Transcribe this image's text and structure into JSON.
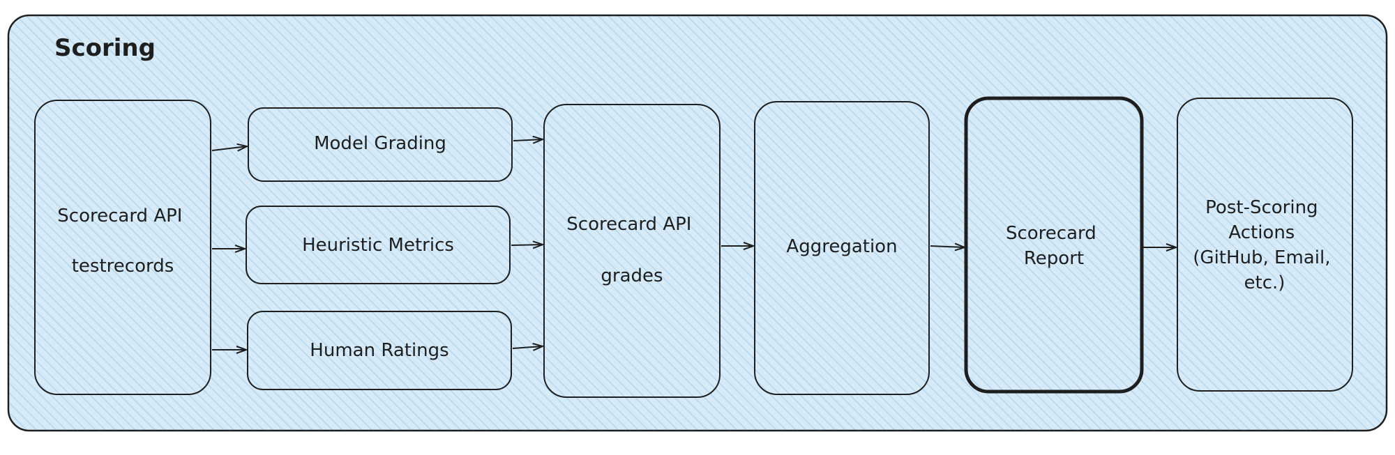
{
  "diagram": {
    "title": "Scoring",
    "colors": {
      "background": "#ffffff",
      "fill": "#d6eaf8",
      "hatch": "#a9d1ee",
      "stroke": "#1e1e1e"
    },
    "nodes": {
      "testrecords": {
        "lines": [
          "Scorecard API",
          "testrecords"
        ]
      },
      "model_grading": {
        "lines": [
          "Model Grading"
        ]
      },
      "heuristic_metrics": {
        "lines": [
          "Heuristic Metrics"
        ]
      },
      "human_ratings": {
        "lines": [
          "Human Ratings"
        ]
      },
      "grades": {
        "lines": [
          "Scorecard API",
          "grades"
        ]
      },
      "aggregation": {
        "lines": [
          "Aggregation"
        ]
      },
      "report": {
        "lines": [
          "Scorecard",
          "Report"
        ]
      },
      "post_scoring": {
        "lines": [
          "Post-Scoring",
          "Actions",
          "(GitHub, Email,",
          "etc.)"
        ]
      }
    }
  }
}
